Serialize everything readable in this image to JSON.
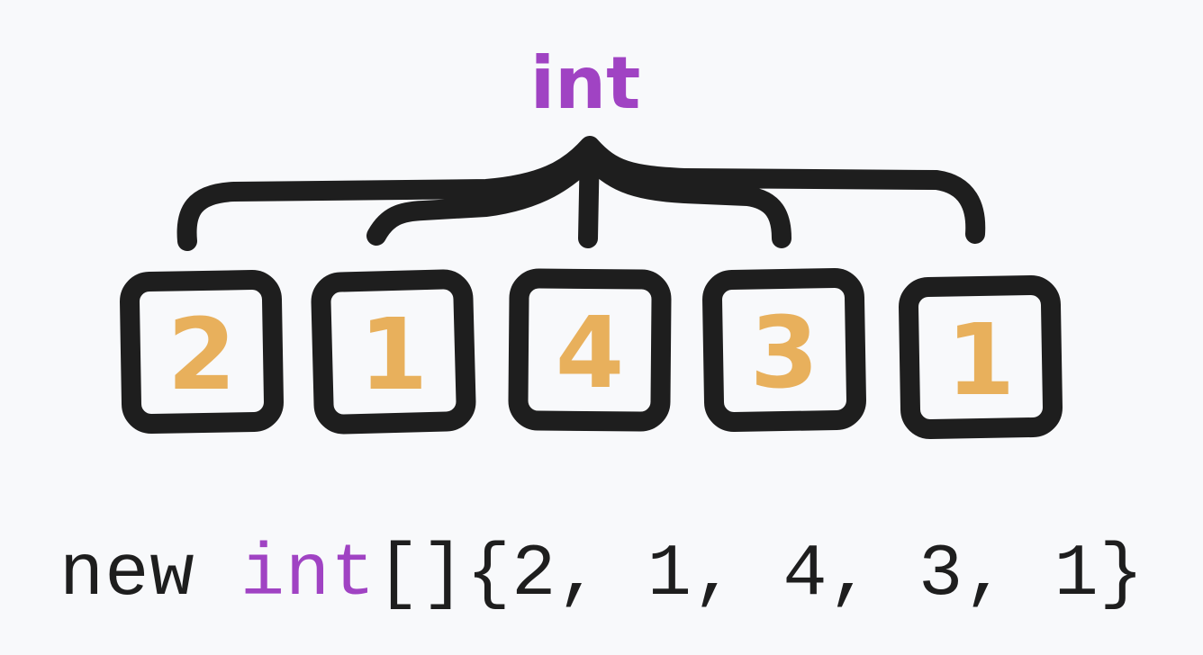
{
  "type_label": "int",
  "elements": [
    "2",
    "1",
    "4",
    "3",
    "1"
  ],
  "code": {
    "keyword_new": "new ",
    "keyword_type": "int",
    "rest": "[]{2, 1, 4, 3, 1}"
  },
  "colors": {
    "background": "#f8f9fb",
    "stroke": "#1e1e1e",
    "type": "#a043c3",
    "value": "#e8b05c"
  }
}
